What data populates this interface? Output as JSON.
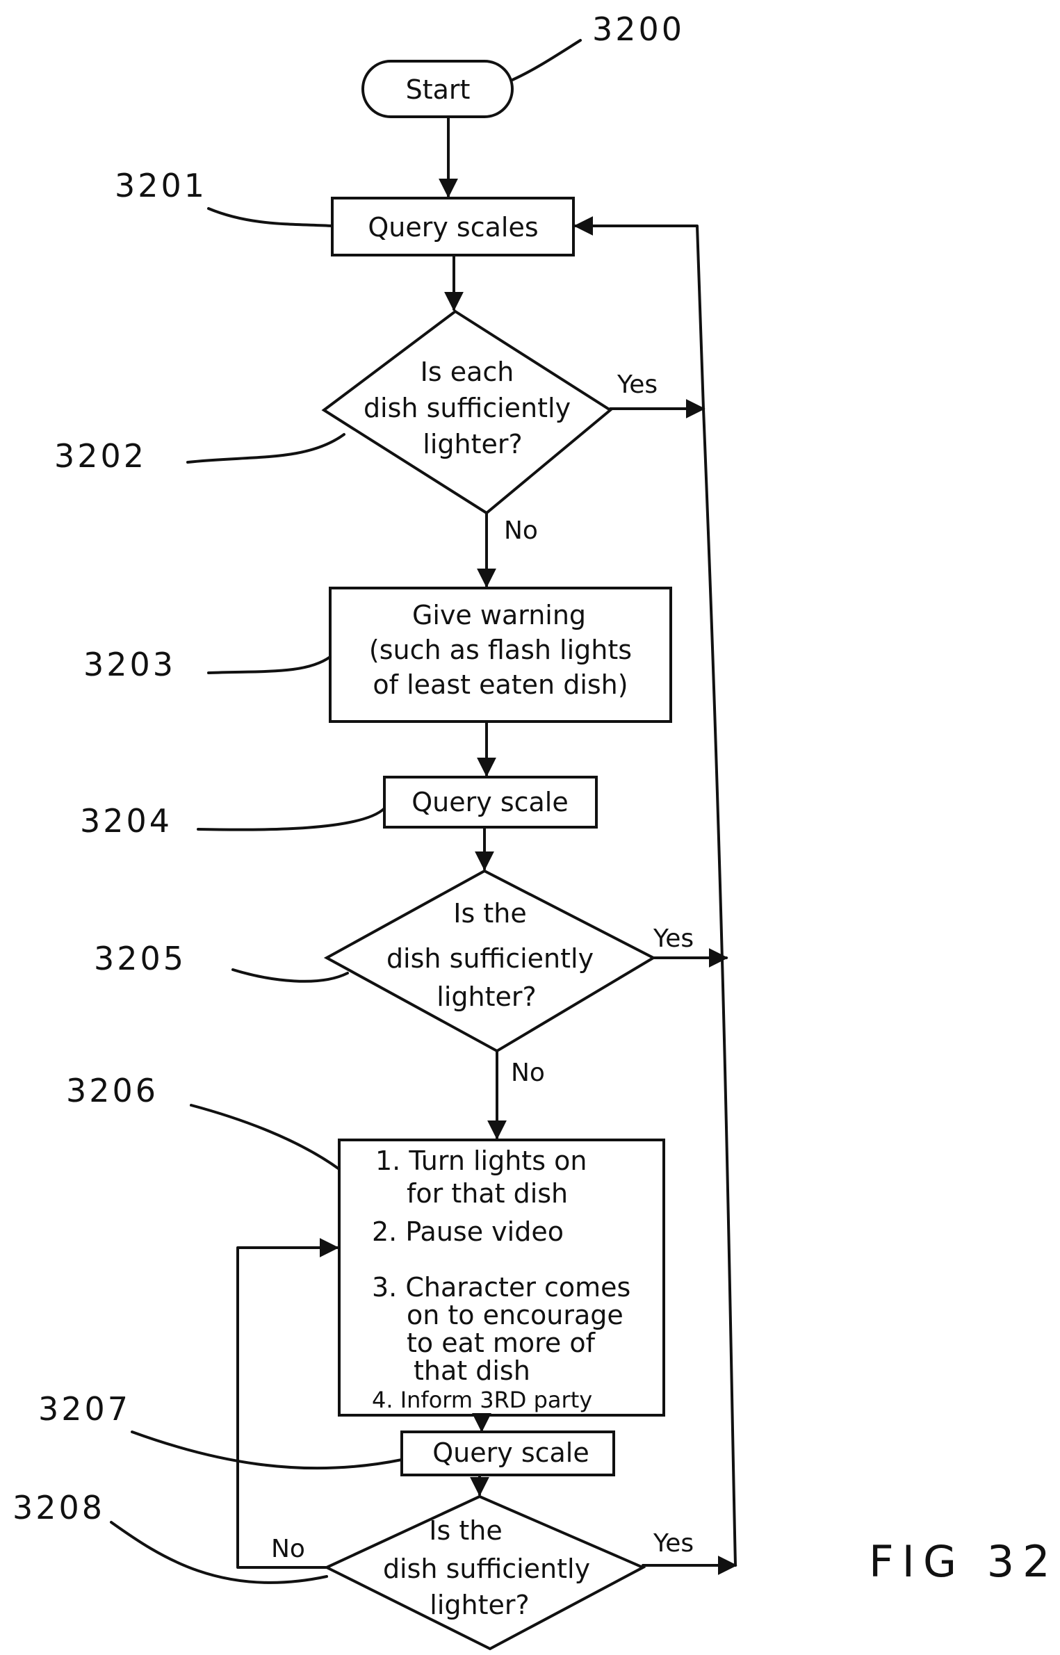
{
  "figure_label": "FIG 32",
  "nodes": {
    "start": {
      "ref": "3200",
      "text": "Start"
    },
    "query_scales": {
      "ref": "3201",
      "text": "Query scales"
    },
    "decision_each": {
      "ref": "3202",
      "lines": [
        "Is each",
        "dish sufficiently",
        "lighter?"
      ],
      "yes": "Yes",
      "no": "No"
    },
    "warning": {
      "ref": "3203",
      "lines": [
        "Give warning",
        "(such as flash lights",
        "of least eaten dish)"
      ]
    },
    "query_scale_1": {
      "ref": "3204",
      "text": "Query scale"
    },
    "decision_dish_1": {
      "ref": "3205",
      "lines": [
        "Is the",
        "dish sufficiently",
        "lighter?"
      ],
      "yes": "Yes",
      "no": "No"
    },
    "actions": {
      "ref": "3206",
      "lines": [
        "1. Turn lights on",
        "for that dish",
        "2. Pause video",
        "3. Character comes",
        "on to encourage",
        "to eat more of",
        "that dish",
        "4. Inform 3RD party"
      ]
    },
    "query_scale_2": {
      "ref": "3207",
      "text": "Query scale"
    },
    "decision_dish_2": {
      "ref": "3208",
      "lines": [
        "Is the",
        "dish sufficiently",
        "lighter?"
      ],
      "yes": "Yes",
      "no": "No"
    }
  }
}
